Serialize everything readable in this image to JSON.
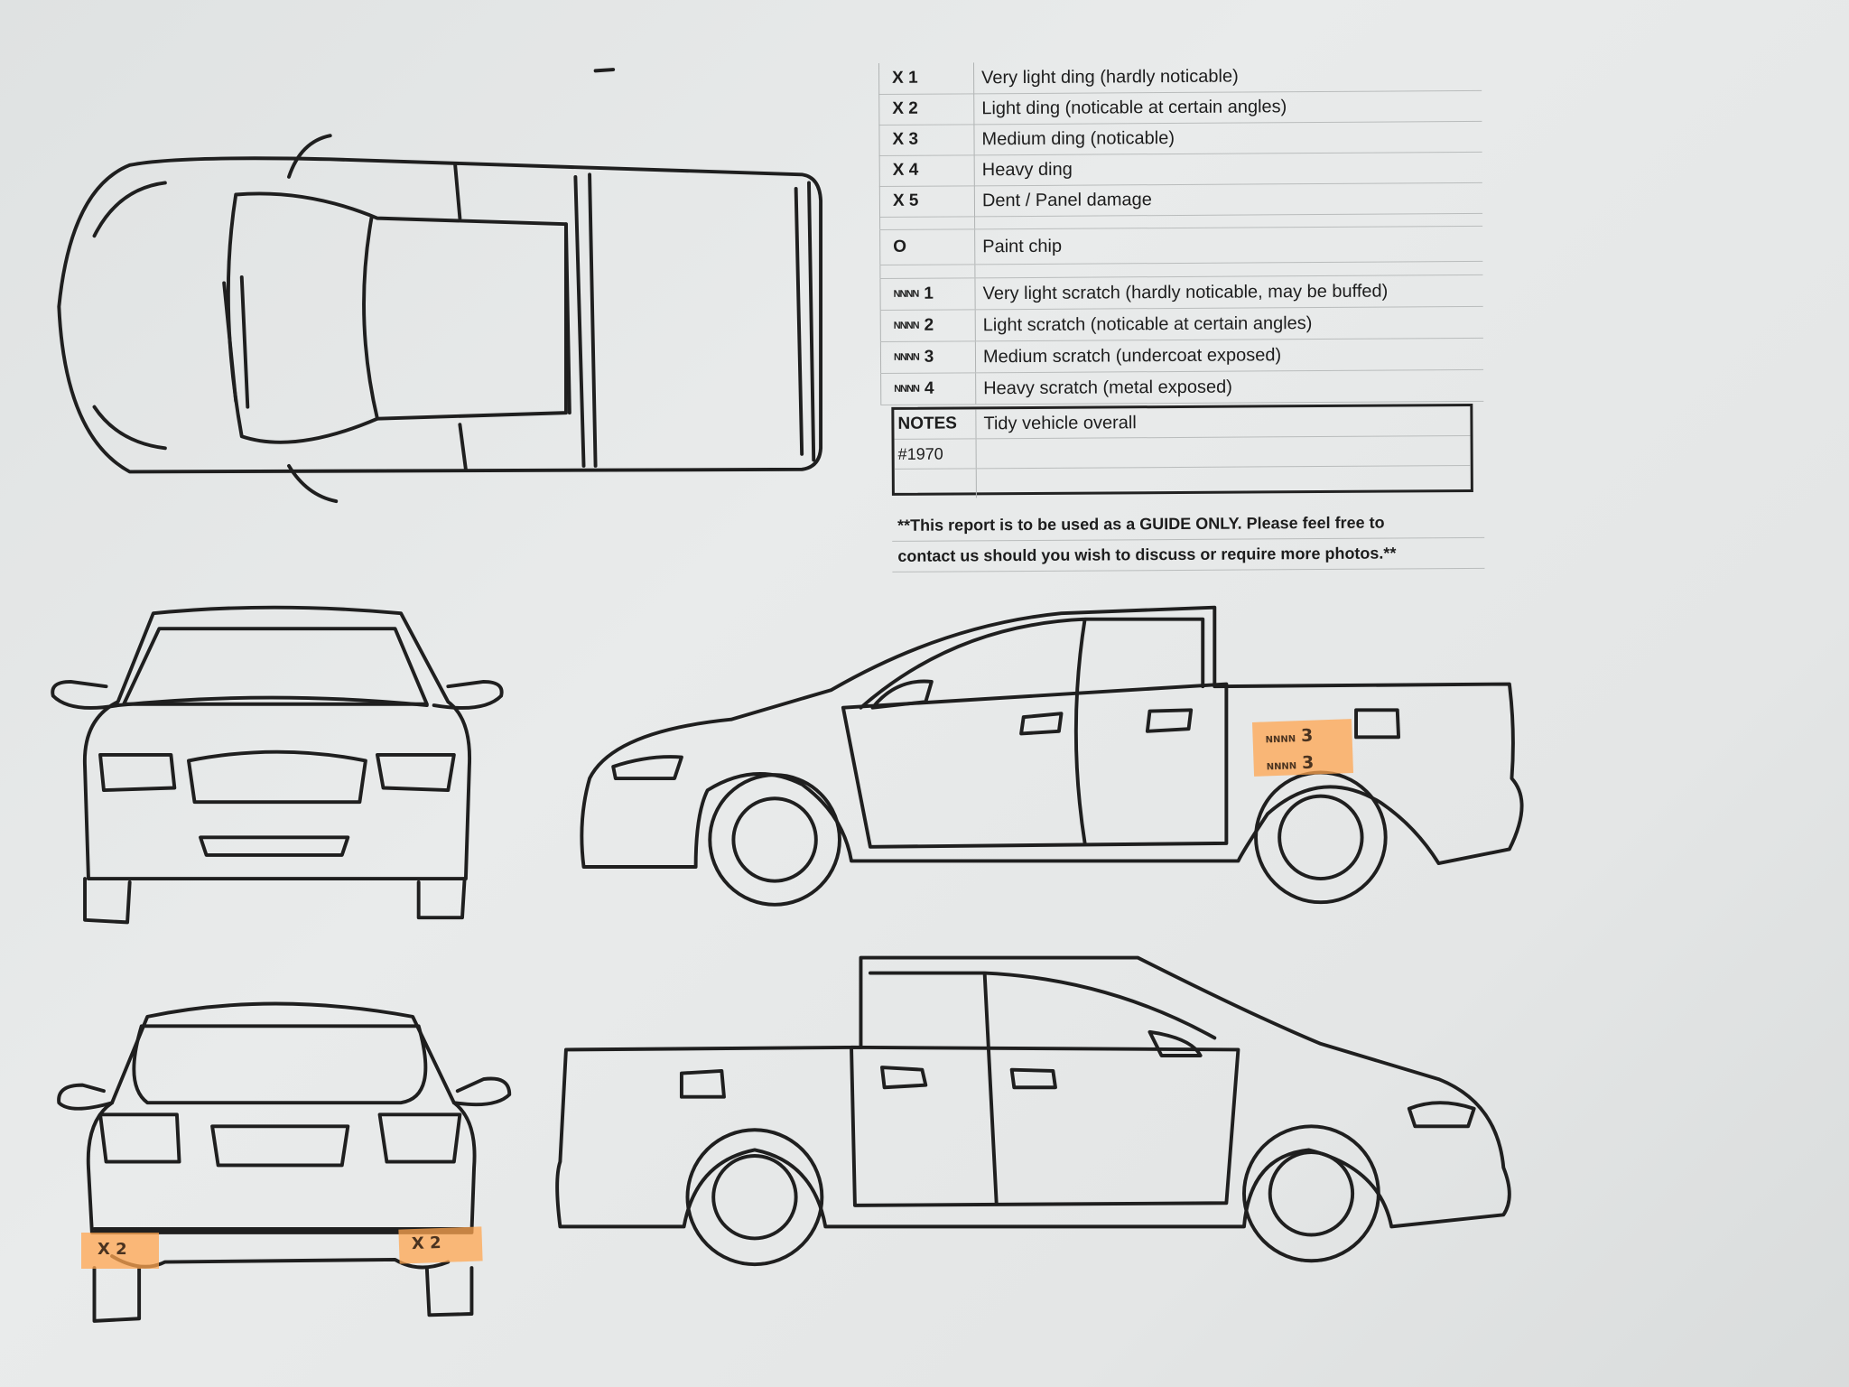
{
  "legend": {
    "dings": [
      {
        "code": "X 1",
        "desc": "Very light ding (hardly noticable)"
      },
      {
        "code": "X 2",
        "desc": "Light ding (noticable at certain angles)"
      },
      {
        "code": "X 3",
        "desc": "Medium ding (noticable)"
      },
      {
        "code": "X 4",
        "desc": "Heavy ding"
      },
      {
        "code": "X 5",
        "desc": "Dent / Panel damage"
      }
    ],
    "chip": {
      "code": "O",
      "desc": "Paint chip"
    },
    "scratch_symbol": "NNNN",
    "scratches": [
      {
        "code": "1",
        "desc": "Very light scratch (hardly noticable, may be buffed)"
      },
      {
        "code": "2",
        "desc": "Light scratch (noticable at certain angles)"
      },
      {
        "code": "3",
        "desc": "Medium scratch (undercoat exposed)"
      },
      {
        "code": "4",
        "desc": "Heavy scratch (metal exposed)"
      }
    ]
  },
  "notes": {
    "label": "NOTES",
    "text": "Tidy vehicle overall",
    "ref": "#1970"
  },
  "disclaimer": {
    "line1": "**This report is to be used as a GUIDE ONLY. Please feel free to",
    "line2": "contact us should you wish to discuss or require more photos.**"
  },
  "damage_marks": {
    "driver_side_rear": {
      "symbol": "NNNN",
      "code1": "3",
      "code2": "3"
    },
    "rear_left": "X 2",
    "rear_right": "X 2"
  },
  "colors": {
    "highlight": "#ffa550",
    "ink": "#1d1d1d",
    "paper": "#e6e8e8"
  }
}
